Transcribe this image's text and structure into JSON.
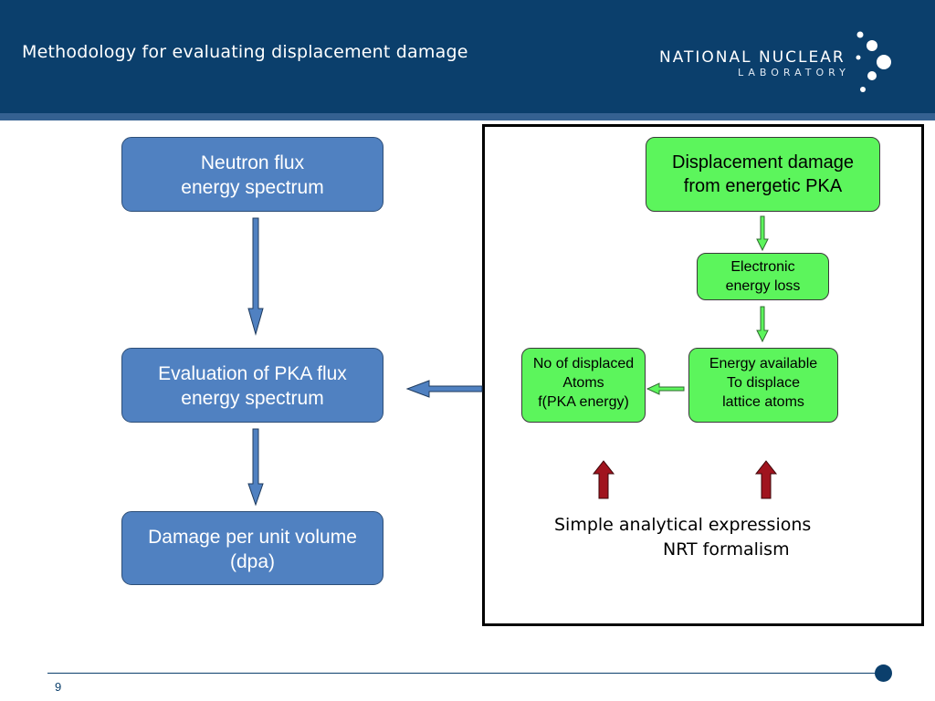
{
  "header": {
    "title": "Methodology for evaluating displacement damage",
    "logo_line1": "NATIONAL NUCLEAR",
    "logo_line2": "LABORATORY"
  },
  "left_flow": {
    "box1": "Neutron flux\nenergy spectrum",
    "box2": "Evaluation of  PKA flux\nenergy spectrum",
    "box3": "Damage per unit volume\n(dpa)"
  },
  "right_panel": {
    "box_top": "Displacement damage\nfrom energetic PKA",
    "box_electronic": "Electronic\nenergy loss",
    "box_energy": "Energy available\nTo displace\nlattice atoms",
    "box_displaced": "No of displaced\nAtoms\nf(PKA energy)",
    "caption_line1": "Simple analytical expressions",
    "caption_line2": "NRT formalism"
  },
  "colors": {
    "header": "#0b3f6c",
    "blue_box": "#5081c1",
    "green_box": "#5cf55c",
    "red_arrow": "#a0141e"
  },
  "footer": {
    "page_number": "9"
  }
}
